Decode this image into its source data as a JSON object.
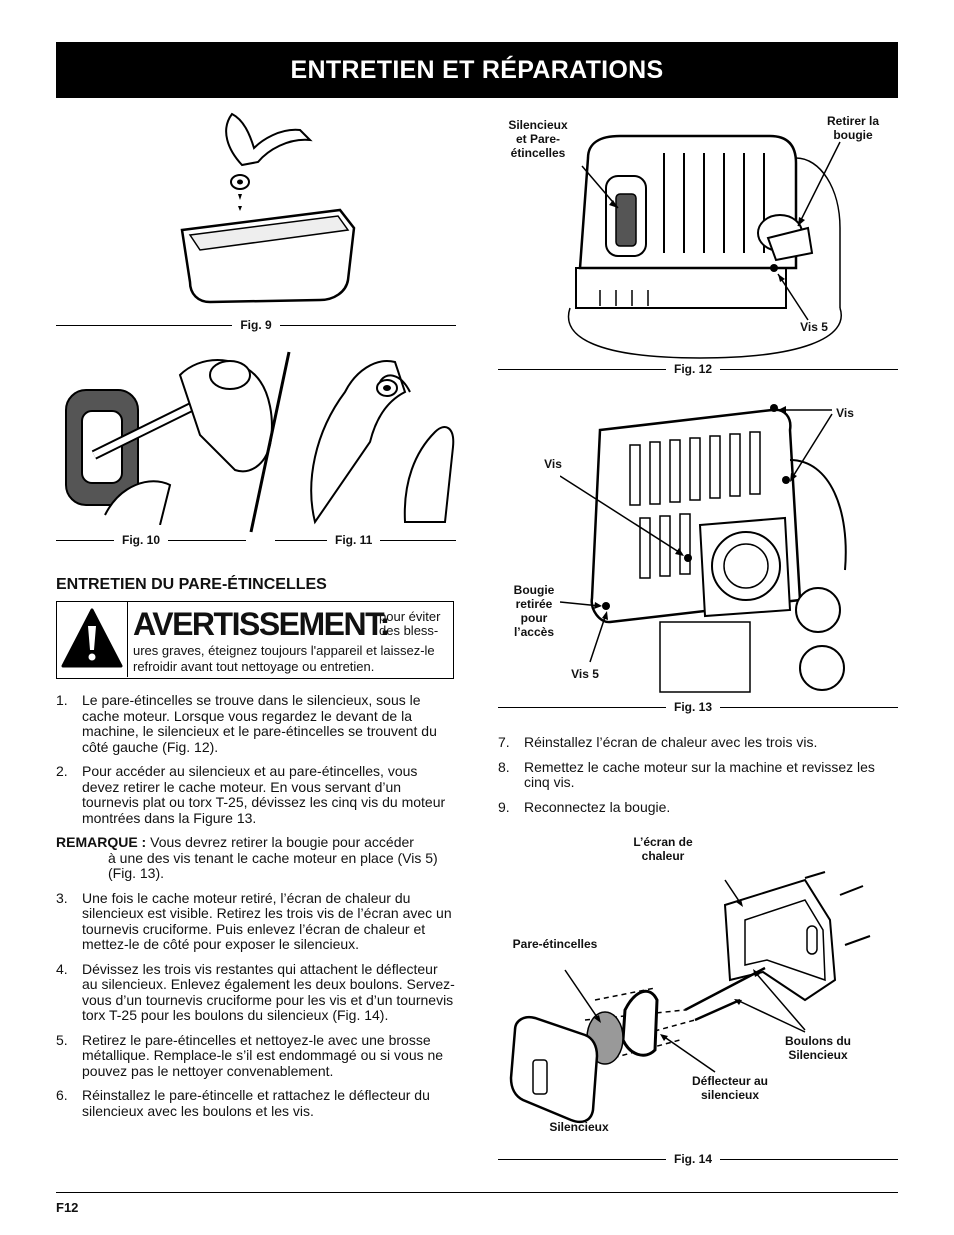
{
  "header": {
    "title": "ENTRETIEN ET RÉPARATIONS"
  },
  "figures": {
    "fig9": "Fig. 9",
    "fig10": "Fig. 10",
    "fig11": "Fig. 11",
    "fig12": "Fig. 12",
    "fig13": "Fig. 13",
    "fig14": "Fig. 14"
  },
  "fig12_labels": {
    "silencieux": "Silencieux et Pare-étincelles",
    "retirer": "Retirer la bougie",
    "vis5": "Vis 5"
  },
  "fig13_labels": {
    "vis_top": "Vis",
    "vis_left": "Vis",
    "bougie": "Bougie retirée pour l’accès",
    "vis5": "Vis 5"
  },
  "fig14_labels": {
    "ecran": "L’écran de chaleur",
    "pare": "Pare-étincelles",
    "boulons": "Boulons du Silencieux",
    "deflecteur": "Déflecteur au silencieux",
    "silencieux": "Silencieux"
  },
  "section": {
    "title": "ENTRETIEN DU PARE-ÉTINCELLES"
  },
  "warning": {
    "heading": "AVERTISSEMENT:",
    "side": "pour éviter des bless-",
    "body": "ures graves, éteignez toujours l'appareil et laissez-le refroidir avant tout nettoyage ou entretien."
  },
  "steps_left": [
    {
      "n": "1.",
      "text": "Le pare-étincelles se trouve dans le silencieux, sous le cache moteur. Lorsque vous regardez le devant de la machine, le silencieux et le pare-étincelles se trouvent du côté gauche (Fig. 12)."
    },
    {
      "n": "2.",
      "text": "Pour accéder au silencieux et au pare-étincelles, vous devez retirer le cache moteur. En vous servant d’un tournevis plat ou torx T-25, dévissez les cinq vis du moteur montrées dans la Figure 13."
    }
  ],
  "note": {
    "label": "REMARQUE :",
    "text1": "Vous devrez retirer la bougie pour accéder",
    "text2": "à une des vis tenant le cache moteur en place (Vis 5) (Fig. 13)."
  },
  "steps_left2": [
    {
      "n": "3.",
      "text": "Une fois le cache moteur retiré, l’écran de chaleur du silencieux est visible. Retirez les trois vis de l’écran avec un tournevis cruciforme. Puis enlevez l’écran de chaleur et mettez-le de côté pour exposer le silencieux."
    },
    {
      "n": "4.",
      "text": "Dévissez les trois vis restantes qui attachent le déflecteur au silencieux. Enlevez également les deux boulons. Servez-vous d’un tournevis cruciforme pour les vis et d’un tournevis torx T-25 pour les boulons du silencieux (Fig. 14)."
    },
    {
      "n": "5.",
      "text": "Retirez le pare-étincelles et nettoyez-le avec une brosse métallique. Remplace-le s’il est endommagé ou si vous ne pouvez pas le nettoyer convenablement."
    },
    {
      "n": "6.",
      "text": "Réinstallez le pare-étincelle et rattachez le déflecteur du silencieux avec les boulons et les vis."
    }
  ],
  "steps_right": [
    {
      "n": "7.",
      "text": "Réinstallez l’écran de chaleur avec les trois vis."
    },
    {
      "n": "8.",
      "text": "Remettez le cache moteur sur la machine et revissez les cinq vis."
    },
    {
      "n": "9.",
      "text": "Reconnectez la bougie."
    }
  ],
  "footer": {
    "page": "F12"
  }
}
